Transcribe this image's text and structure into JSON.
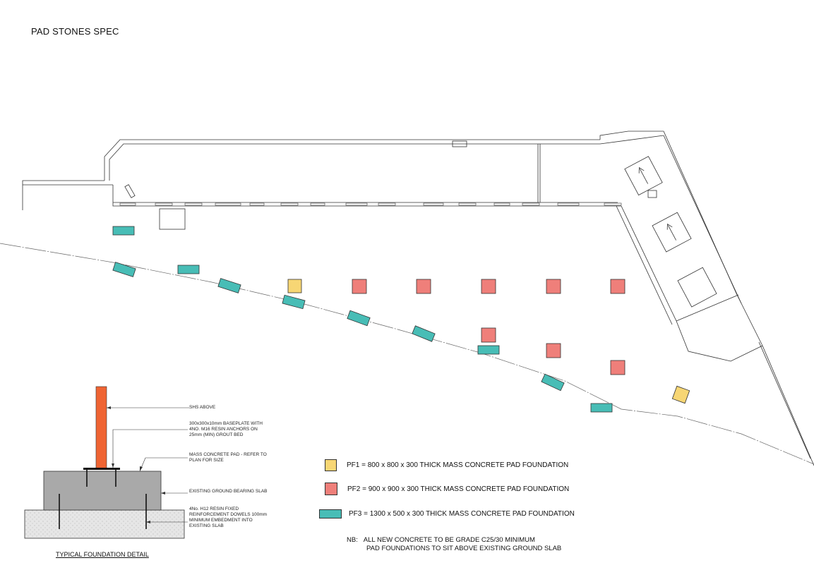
{
  "title": "PAD STONES SPEC",
  "colors": {
    "pf1": "#f7d674",
    "pf2": "#ef7f7a",
    "pf3": "#48bdb6",
    "shs": "#ef6433",
    "pad": "#a9a9a9",
    "slab": "#e3e3e3",
    "line": "#333333"
  },
  "legend": [
    {
      "key": "pf1",
      "shape": "square",
      "label": "PF1 = 800 x 800 x 300 THICK MASS CONCRETE PAD FOUNDATION"
    },
    {
      "key": "pf2",
      "shape": "square",
      "label": "PF2 = 900 x 900 x 300 THICK MASS CONCRETE PAD FOUNDATION"
    },
    {
      "key": "pf3",
      "shape": "rect",
      "label": "PF3 = 1300 x 500 x 300 THICK MASS CONCRETE PAD FOUNDATION"
    }
  ],
  "notes": {
    "nb_label": "NB:",
    "line1": "ALL NEW CONCRETE TO BE GRADE C25/30 MINIMUM",
    "line2": "PAD FOUNDATIONS TO SIT ABOVE EXISTING GROUND SLAB"
  },
  "detail": {
    "caption": "TYPICAL FOUNDATION DETAIL",
    "callouts": {
      "shs": "SHS ABOVE",
      "baseplate": "300x300x10mm BASEPLATE WITH\n4NO. M16 RESIN ANCHORS ON\n25mm (MIN) GROUT BED",
      "pad": "MASS CONCRETE PAD - REFER TO\nPLAN FOR SIZE",
      "slab": "EXISTING GROUND BEARING SLAB",
      "dowels": "4No. H12 RESIN FIXED\nREINFORCEMENT DOWELS 100mm\nMINIMUM EMBEDMENT INTO\nEXISTING SLAB"
    }
  }
}
